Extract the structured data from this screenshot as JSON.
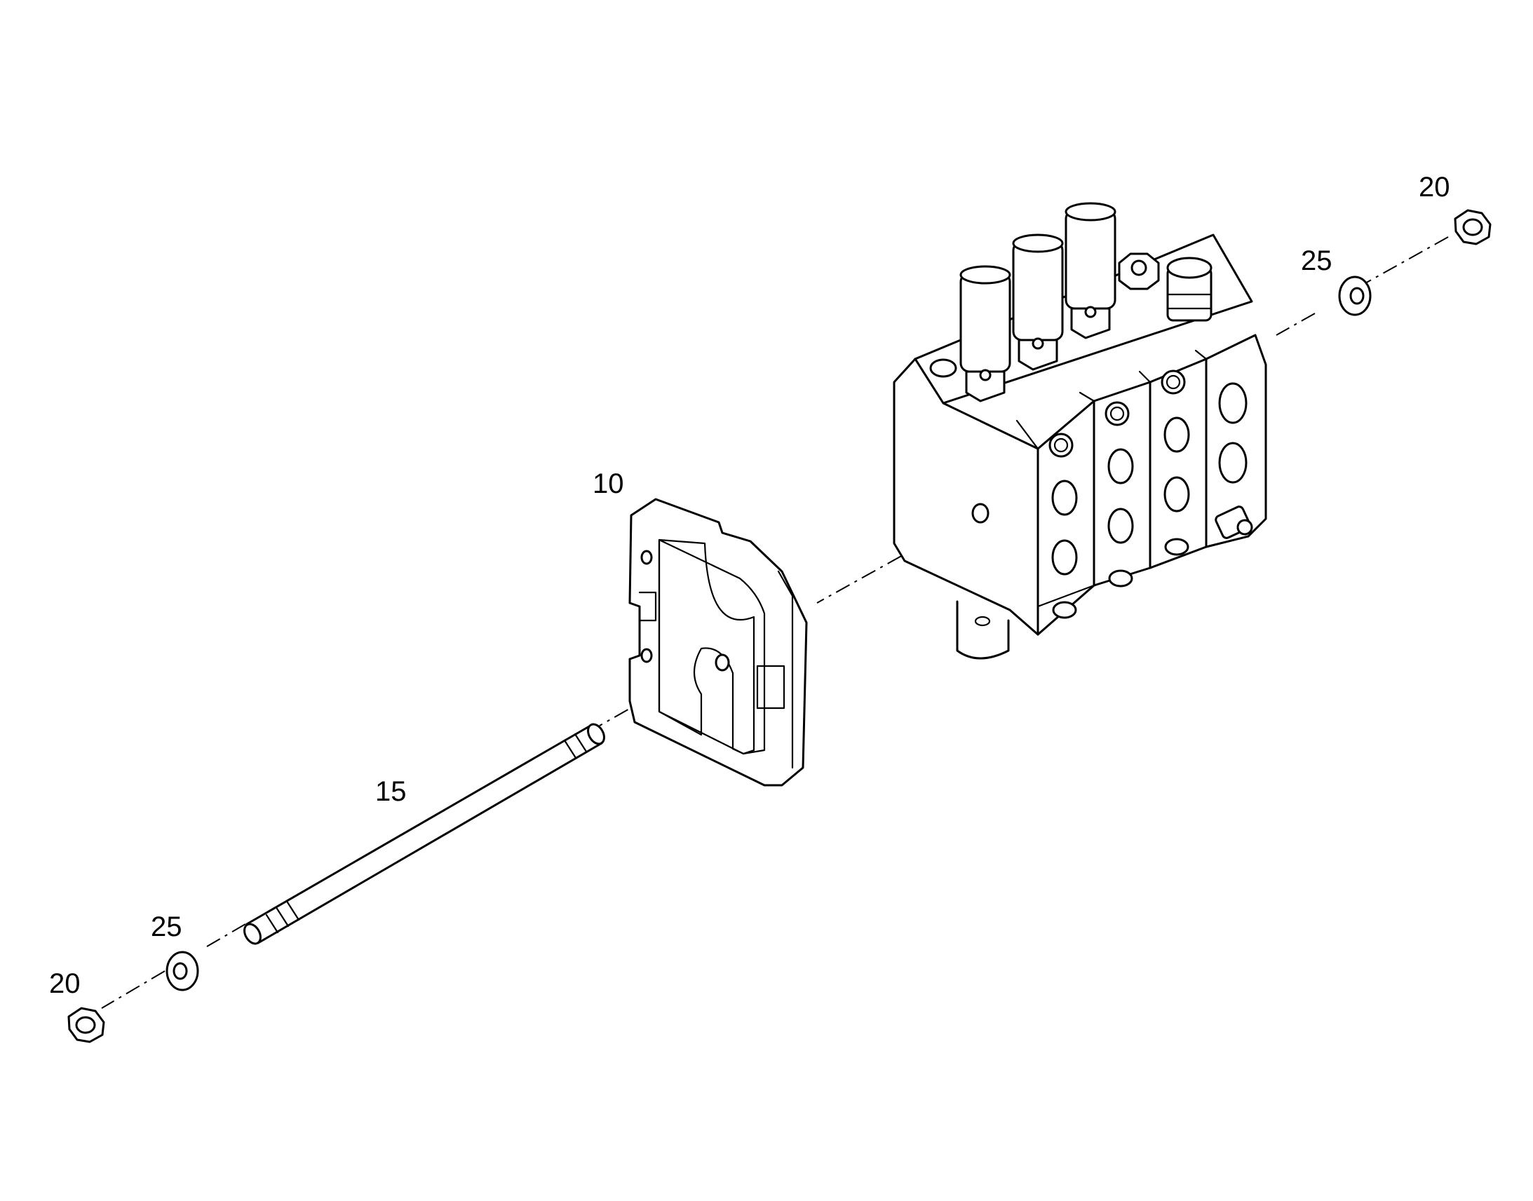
{
  "diagram": {
    "callouts": {
      "plate": "10",
      "tie_rod": "15",
      "nut_right": "20",
      "nut_left": "20",
      "washer_right": "25",
      "washer_left": "25"
    }
  },
  "colors": {
    "line": "#000000",
    "background": "#ffffff"
  },
  "icons": {
    "nut": "hex-nut-icon",
    "washer": "washer-icon"
  }
}
